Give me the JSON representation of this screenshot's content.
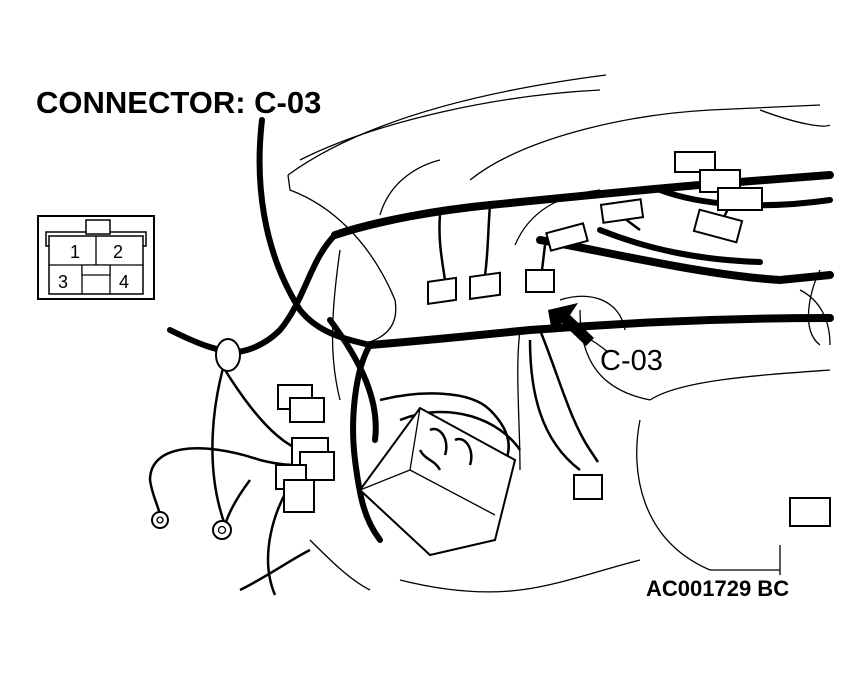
{
  "title": "CONNECTOR: C-03",
  "callout_label": "C-03",
  "figure_code": "AC001729 BC",
  "connector_face": {
    "pins": [
      "1",
      "2",
      "3",
      "4"
    ]
  }
}
